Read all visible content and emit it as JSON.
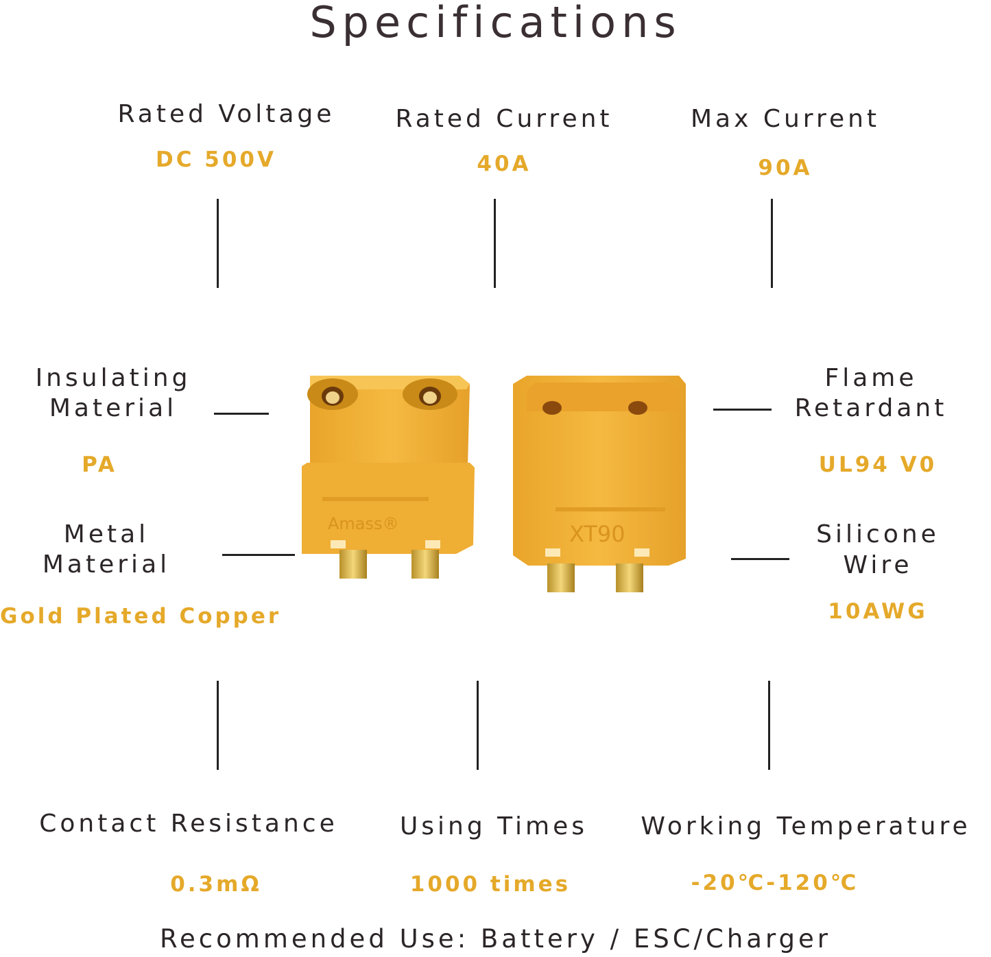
{
  "title": "Specifications",
  "specs": {
    "rated_voltage": {
      "label": "Rated Voltage",
      "value": "DC 500V"
    },
    "rated_current": {
      "label": "Rated Current",
      "value": "40A"
    },
    "max_current": {
      "label": "Max Current",
      "value": "90A"
    },
    "insulating_material": {
      "label_line1": "Insulating",
      "label_line2": "Material",
      "value": "PA"
    },
    "metal_material": {
      "label_line1": "Metal",
      "label_line2": "Material",
      "value": "Gold Plated Copper"
    },
    "flame_retardant": {
      "label_line1": "Flame",
      "label_line2": "Retardant",
      "value": "UL94 V0"
    },
    "silicone_wire": {
      "label_line1": "Silicone",
      "label_line2": "Wire",
      "value": "10AWG"
    },
    "contact_resistance": {
      "label": "Contact Resistance",
      "value": "0.3mΩ"
    },
    "using_times": {
      "label": "Using Times",
      "value": "1000 times"
    },
    "working_temperature": {
      "label": "Working Temperature",
      "value": "-20℃-120℃"
    }
  },
  "product": {
    "female_brand_marking": "Amass®",
    "male_model_marking": "XT90",
    "body_color": "#f2b33a",
    "pin_color": "#d9b44a"
  },
  "footer": "Recommended Use: Battery / ESC/Charger"
}
